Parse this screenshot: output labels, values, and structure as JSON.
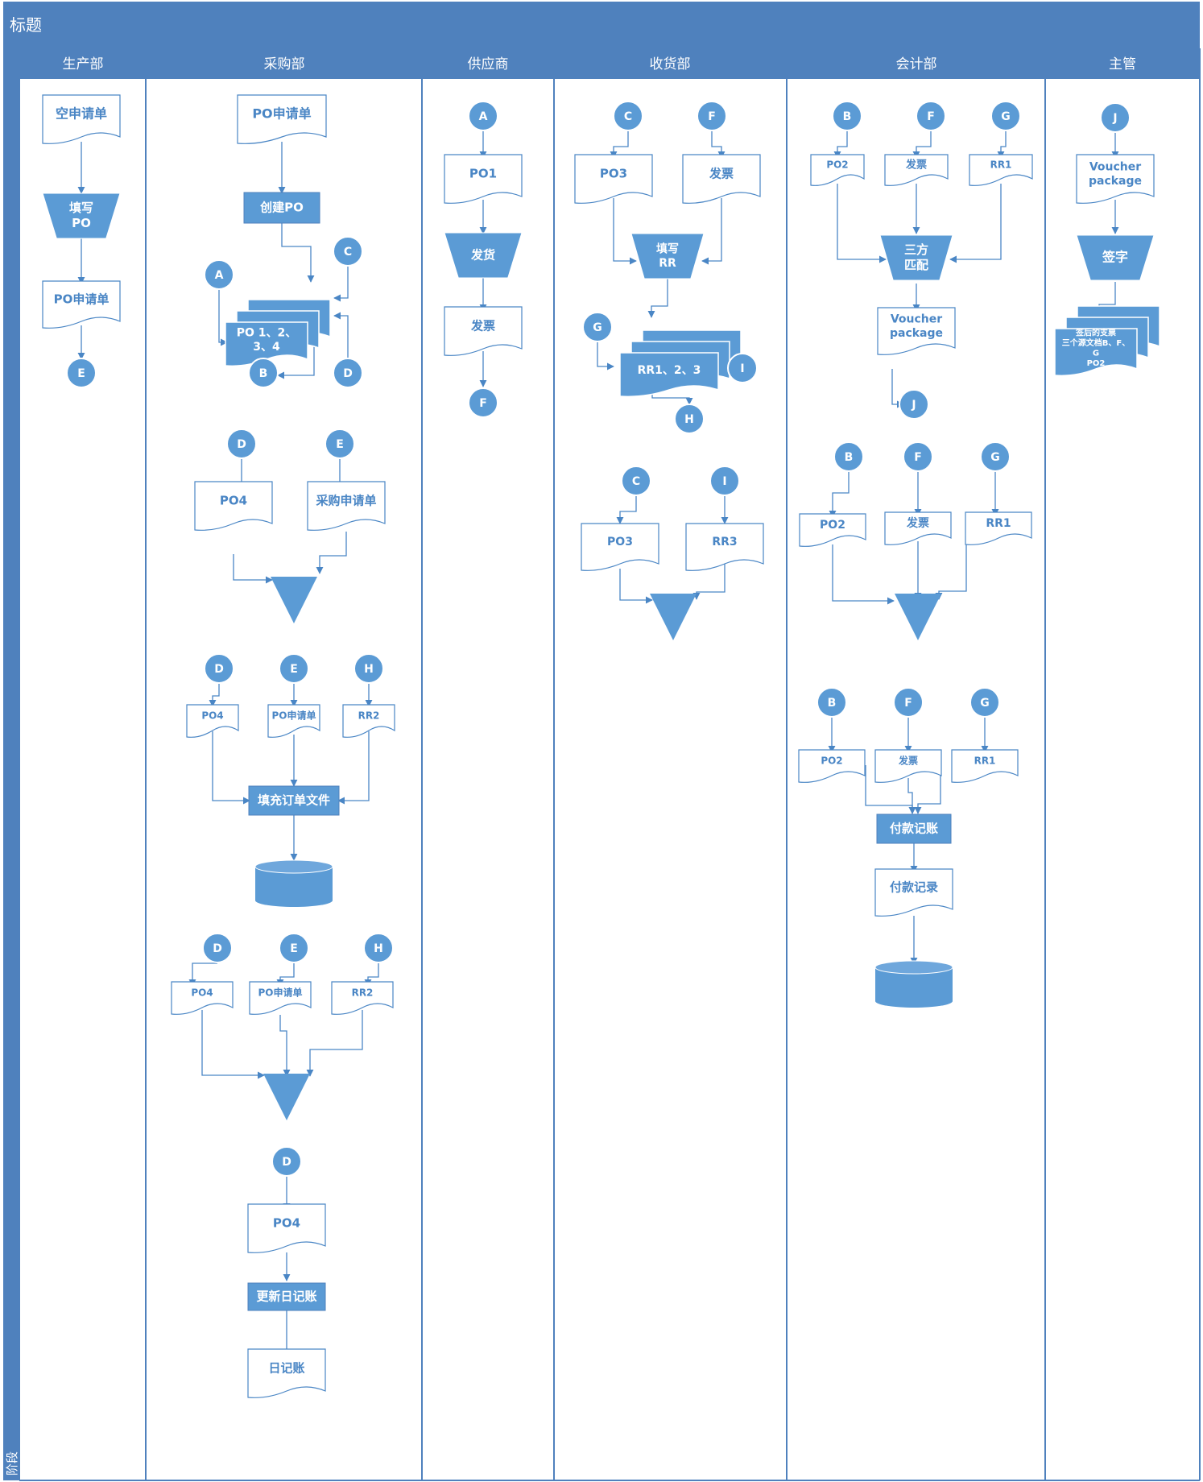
{
  "title": "标题",
  "phase_label": "阶段",
  "lanes": [
    {
      "name": "生产部"
    },
    {
      "name": "采购部"
    },
    {
      "name": "供应商"
    },
    {
      "name": "收货部"
    },
    {
      "name": "会计部"
    },
    {
      "name": "主管"
    }
  ],
  "colors": {
    "primary": "#4f81bd",
    "node_fill": "#5b9bd5",
    "line": "#4a86c5"
  },
  "nodes": [
    {
      "kind": "doc",
      "text": "空申请单"
    },
    {
      "kind": "manual",
      "text": "填写\nPO"
    },
    {
      "kind": "doc",
      "text": "PO申请单"
    },
    {
      "kind": "circle",
      "text": "E"
    },
    {
      "kind": "doc",
      "text": "PO申请单"
    },
    {
      "kind": "process",
      "text": "创建PO"
    },
    {
      "kind": "circle",
      "text": "C"
    },
    {
      "kind": "circle",
      "text": "A"
    },
    {
      "kind": "multidoc",
      "text": "PO 1、2、\n3、4"
    },
    {
      "kind": "circle",
      "text": "B"
    },
    {
      "kind": "circle",
      "text": "D"
    },
    {
      "kind": "circle",
      "text": "D"
    },
    {
      "kind": "circle",
      "text": "E"
    },
    {
      "kind": "doc",
      "text": "PO4"
    },
    {
      "kind": "doc",
      "text": "采购申请单"
    },
    {
      "kind": "merge",
      "text": ""
    },
    {
      "kind": "circle",
      "text": "D"
    },
    {
      "kind": "circle",
      "text": "E"
    },
    {
      "kind": "circle",
      "text": "H"
    },
    {
      "kind": "doc",
      "text": "PO4"
    },
    {
      "kind": "doc",
      "text": "PO申请单"
    },
    {
      "kind": "doc",
      "text": "RR2"
    },
    {
      "kind": "process",
      "text": "填充订单文件"
    },
    {
      "kind": "db",
      "text": ""
    },
    {
      "kind": "circle",
      "text": "D"
    },
    {
      "kind": "circle",
      "text": "E"
    },
    {
      "kind": "circle",
      "text": "H"
    },
    {
      "kind": "doc",
      "text": "PO4"
    },
    {
      "kind": "doc",
      "text": "PO申请单"
    },
    {
      "kind": "doc",
      "text": "RR2"
    },
    {
      "kind": "merge",
      "text": ""
    },
    {
      "kind": "circle",
      "text": "D"
    },
    {
      "kind": "doc",
      "text": "PO4"
    },
    {
      "kind": "process",
      "text": "更新日记账"
    },
    {
      "kind": "doc",
      "text": "日记账"
    },
    {
      "kind": "circle",
      "text": "A"
    },
    {
      "kind": "doc",
      "text": "PO1"
    },
    {
      "kind": "manual",
      "text": "发货"
    },
    {
      "kind": "doc",
      "text": "发票"
    },
    {
      "kind": "circle",
      "text": "F"
    },
    {
      "kind": "circle",
      "text": "C"
    },
    {
      "kind": "circle",
      "text": "F"
    },
    {
      "kind": "doc",
      "text": "PO3"
    },
    {
      "kind": "doc",
      "text": "发票"
    },
    {
      "kind": "manual",
      "text": "填写\nRR"
    },
    {
      "kind": "circle",
      "text": "G"
    },
    {
      "kind": "multidoc",
      "text": "RR1、2、3"
    },
    {
      "kind": "circle",
      "text": "I"
    },
    {
      "kind": "circle",
      "text": "H"
    },
    {
      "kind": "circle",
      "text": "C"
    },
    {
      "kind": "circle",
      "text": "I"
    },
    {
      "kind": "doc",
      "text": "PO3"
    },
    {
      "kind": "doc",
      "text": "RR3"
    },
    {
      "kind": "merge",
      "text": ""
    },
    {
      "kind": "circle",
      "text": "B"
    },
    {
      "kind": "circle",
      "text": "F"
    },
    {
      "kind": "circle",
      "text": "G"
    },
    {
      "kind": "doc",
      "text": "PO2"
    },
    {
      "kind": "doc",
      "text": "发票"
    },
    {
      "kind": "doc",
      "text": "RR1"
    },
    {
      "kind": "manual",
      "text": "三方\n匹配"
    },
    {
      "kind": "doc",
      "text": "Voucher\npackage"
    },
    {
      "kind": "circle",
      "text": "J"
    },
    {
      "kind": "circle",
      "text": "B"
    },
    {
      "kind": "circle",
      "text": "F"
    },
    {
      "kind": "circle",
      "text": "G"
    },
    {
      "kind": "doc",
      "text": "PO2"
    },
    {
      "kind": "doc",
      "text": "发票"
    },
    {
      "kind": "doc",
      "text": "RR1"
    },
    {
      "kind": "merge",
      "text": ""
    },
    {
      "kind": "circle",
      "text": "B"
    },
    {
      "kind": "circle",
      "text": "F"
    },
    {
      "kind": "circle",
      "text": "G"
    },
    {
      "kind": "doc",
      "text": "PO2"
    },
    {
      "kind": "doc",
      "text": "发票"
    },
    {
      "kind": "doc",
      "text": "RR1"
    },
    {
      "kind": "process",
      "text": "付款记账"
    },
    {
      "kind": "doc",
      "text": "付款记录"
    },
    {
      "kind": "db",
      "text": ""
    },
    {
      "kind": "circle",
      "text": "J"
    },
    {
      "kind": "doc",
      "text": "Voucher\npackage"
    },
    {
      "kind": "manual",
      "text": "签字"
    },
    {
      "kind": "multidoc",
      "text": "签后的支票\n三个源文档B、F、\nG\nPO2"
    }
  ]
}
